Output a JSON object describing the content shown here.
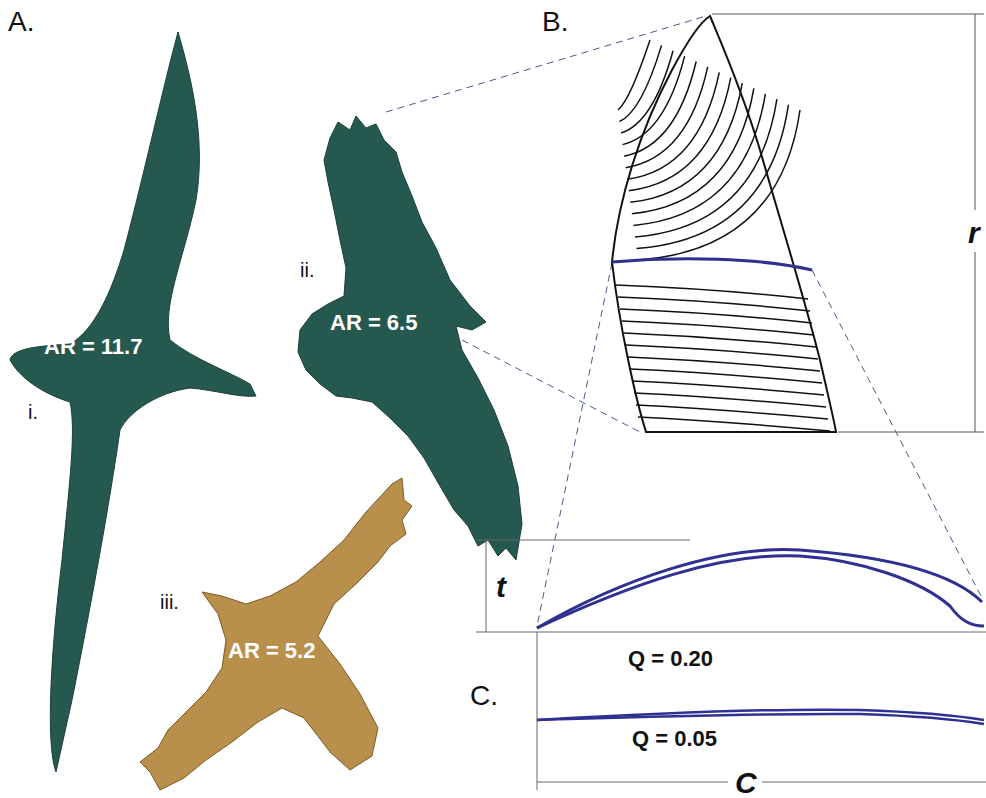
{
  "diagram": {
    "labels": [
      "A.",
      "B.",
      "C.",
      "AR = 11.7",
      "AR = 6.5",
      "AR = 5.2",
      "i.",
      "ii.",
      "iii.",
      "r",
      "t",
      "Q = 0.20",
      "Q = 0.05",
      "C"
    ]
  }
}
